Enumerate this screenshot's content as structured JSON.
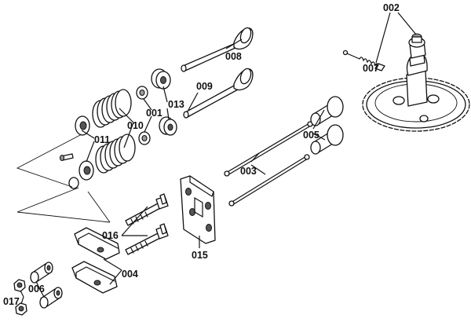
{
  "labels": {
    "p001": "001",
    "p002": "002",
    "p003": "003",
    "p004": "004",
    "p005": "005",
    "p006": "006",
    "p007": "007",
    "p008": "008",
    "p009": "009",
    "p010": "010",
    "p011": "011",
    "p013": "013",
    "p015": "015",
    "p016": "016",
    "p017": "017"
  }
}
